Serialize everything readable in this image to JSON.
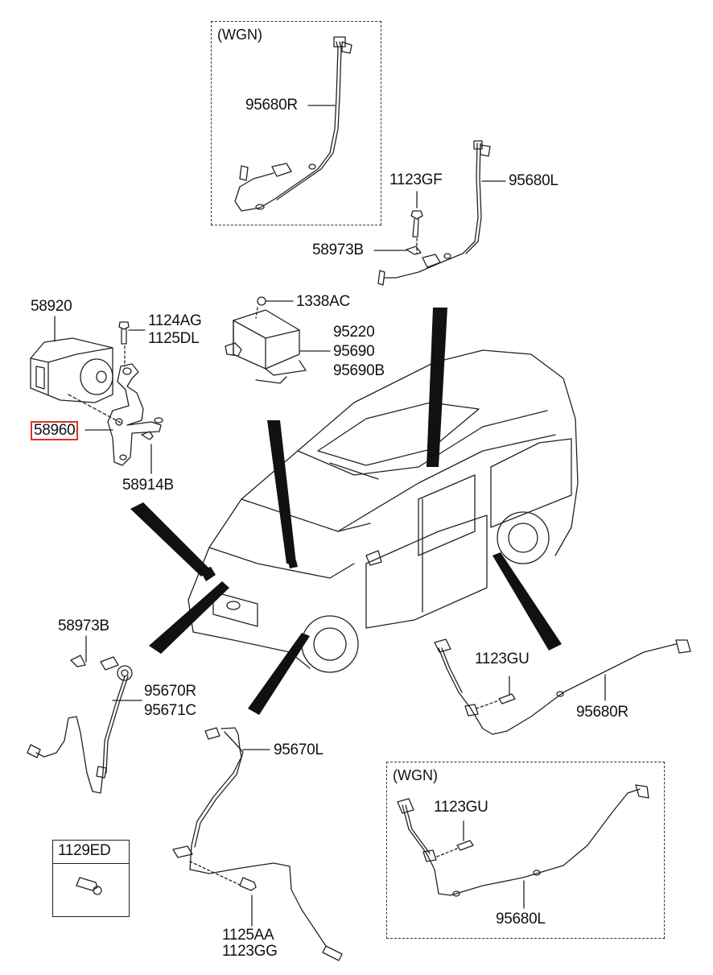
{
  "diagram": {
    "title": "ABS / Wheel Speed Sensor Parts Diagram",
    "highlight_color": "#e0302a",
    "line_color": "#222222",
    "groups": [
      {
        "id": "wgn-rear-right",
        "variant_label": "(WGN)",
        "parts": [
          "95680R"
        ]
      },
      {
        "id": "rear-left",
        "parts": [
          "1123GF",
          "95680L",
          "58973B"
        ]
      },
      {
        "id": "abs-module",
        "parts": [
          "58920",
          "1124AG",
          "1125DL",
          "58960",
          "58914B"
        ]
      },
      {
        "id": "control-unit",
        "parts": [
          "1338AC",
          "95220",
          "95690",
          "95690B"
        ]
      },
      {
        "id": "front-right",
        "parts": [
          "58973B",
          "95670R",
          "95671C"
        ]
      },
      {
        "id": "front-left",
        "parts": [
          "95670L",
          "1125AA",
          "1123GG"
        ]
      },
      {
        "id": "rear-right",
        "parts": [
          "1123GU",
          "95680R"
        ]
      },
      {
        "id": "wgn-rear-left",
        "variant_label": "(WGN)",
        "parts": [
          "1123GU",
          "95680L"
        ]
      },
      {
        "id": "boxed-bolt",
        "parts": [
          "1129ED"
        ]
      }
    ],
    "labels": {
      "wgn_top": "(WGN)",
      "p_95680R_top": "95680R",
      "p_1123GF": "1123GF",
      "p_95680L_top": "95680L",
      "p_58973B_top": "58973B",
      "p_58920": "58920",
      "p_1124AG": "1124AG",
      "p_1125DL": "1125DL",
      "p_58960": "58960",
      "p_58914B": "58914B",
      "p_1338AC": "1338AC",
      "p_95220": "95220",
      "p_95690": "95690",
      "p_95690B": "95690B",
      "p_58973B_left": "58973B",
      "p_95670R": "95670R",
      "p_95671C": "95671C",
      "p_95670L": "95670L",
      "p_1129ED": "1129ED",
      "p_1125AA": "1125AA",
      "p_1123GG": "1123GG",
      "p_1123GU_mid": "1123GU",
      "p_95680R_mid": "95680R",
      "wgn_bottom": "(WGN)",
      "p_1123GU_bottom": "1123GU",
      "p_95680L_bottom": "95680L"
    },
    "selected_part": "58960"
  }
}
